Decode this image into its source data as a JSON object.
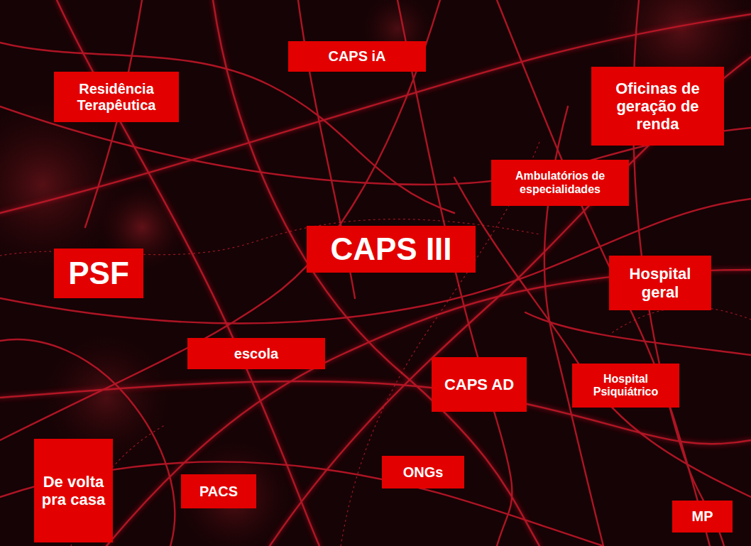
{
  "diagram": {
    "nodes": [
      {
        "text": [
          "CAPS iA"
        ]
      },
      {
        "text": [
          "Residência Terapêutica"
        ]
      },
      {
        "text": [
          "Oficinas de geração de renda"
        ]
      },
      {
        "text": [
          "Ambulatórios de especialidades"
        ]
      },
      {
        "text": [
          "CAPS III"
        ]
      },
      {
        "text": [
          "PSF"
        ]
      },
      {
        "text": [
          "Hospital geral"
        ]
      },
      {
        "text": [
          "escola"
        ]
      },
      {
        "text": [
          "CAPS AD"
        ]
      },
      {
        "text": [
          "Hospital Psiquiátrico"
        ]
      },
      {
        "text": [
          "De volta pra casa"
        ]
      },
      {
        "text": [
          "ONGs"
        ]
      },
      {
        "text": [
          "PACS"
        ]
      },
      {
        "text": [
          "MP"
        ]
      }
    ]
  }
}
